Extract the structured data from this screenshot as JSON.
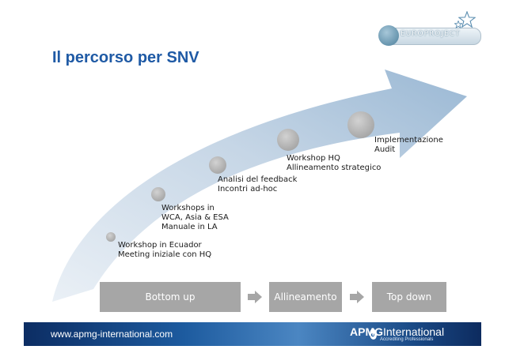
{
  "slide": {
    "title": "Il percorso per SNV"
  },
  "logo": {
    "text": "EUROPROJECT"
  },
  "milestones": [
    {
      "lines": [
        "Workshop in Ecuador",
        "Meeting iniziale con HQ"
      ]
    },
    {
      "lines": [
        "Workshops in",
        "WCA, Asia & ESA",
        "Manuale in LA"
      ]
    },
    {
      "lines": [
        "Analisi del feedback",
        "Incontri ad-hoc"
      ]
    },
    {
      "lines": [
        "Workshop HQ",
        "Allineamento strategico"
      ]
    },
    {
      "lines": [
        "Implementazione",
        "Audit"
      ]
    }
  ],
  "process": {
    "steps": [
      "Bottom up",
      "Allineamento",
      "Top down"
    ]
  },
  "footer": {
    "url": "www.apmg-international.com",
    "brand_bold": "APMG",
    "brand_thin": "International",
    "brand_sub": "Accrediting Professionals"
  },
  "colors": {
    "title": "#1f5aa5",
    "arrow_light": "#dfe8f1",
    "arrow_dark": "#8fb0cf",
    "circle": "#b4b4b4",
    "process_box": "#a6a6a6",
    "footer_blue": "#1d5b9f"
  }
}
